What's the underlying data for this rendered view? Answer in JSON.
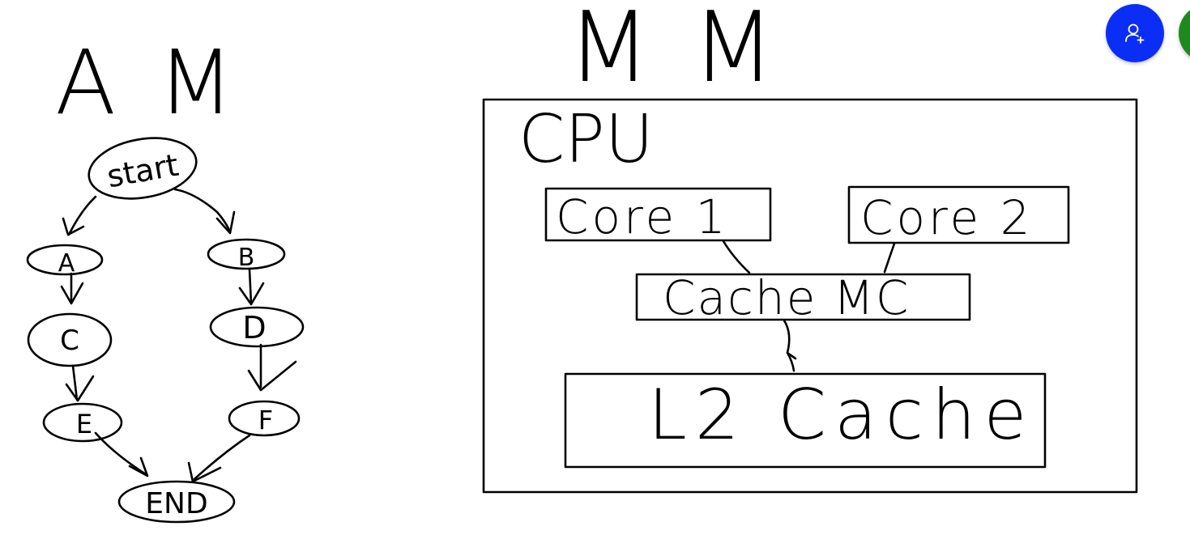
{
  "colors": {
    "ink": "#000000",
    "invite_button": "#0a2ef5",
    "second_button": "#1e8a1e",
    "background": "#ffffff"
  },
  "buttons": {
    "invite_icon": "add-person-icon"
  },
  "left_heading": "A M",
  "flowchart": {
    "start": "start",
    "a": "A",
    "b": "B",
    "c": "C",
    "d": "D",
    "e": "E",
    "f": "F",
    "end": "END"
  },
  "right_heading": "M M",
  "cpu": {
    "label": "CPU",
    "core1": "Core 1",
    "core2": "Core 2",
    "cache_mc": "Cache MC",
    "l2": "L2 Cache"
  }
}
